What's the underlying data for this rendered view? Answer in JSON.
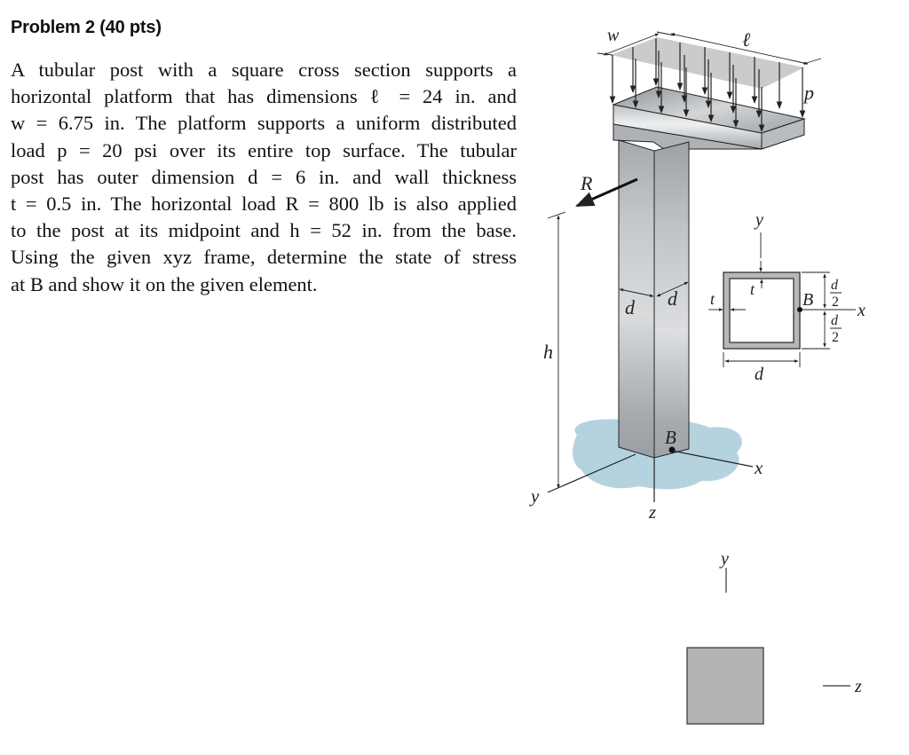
{
  "header": {
    "title": "Problem 2 (40 pts)"
  },
  "problem": {
    "lines": [
      "A tubular post with a square cross section supports a",
      "horizontal platform that has dimensions ℓ = 24 in. and",
      "w = 6.75 in. The platform supports a uniform distributed",
      "load p = 20 psi over its entire top surface. The tubular",
      "post has outer dimension d = 6 in. and wall thickness",
      "t = 0.5 in. The horizontal load R = 800 lb is also applied",
      "to the post at its midpoint and h = 52 in. from the base.",
      "Using the given xyz frame, determine the state of stress",
      "at B and show it on the given element."
    ],
    "given": {
      "l": "24 in.",
      "w": "6.75 in.",
      "p": "20 psi",
      "d": "6 in.",
      "t": "0.5 in.",
      "R": "800 lb",
      "h": "52 in."
    }
  },
  "figure": {
    "labels": {
      "w": "w",
      "l": "ℓ",
      "p": "p",
      "R": "R",
      "h": "h",
      "d_left": "d",
      "d_right": "d",
      "B_base": "B",
      "x_base": "x",
      "y_base": "y",
      "z_base": "z"
    },
    "cross_section": {
      "y": "y",
      "x": "x",
      "t_top": "t",
      "t_left": "t",
      "B": "B",
      "d_bottom": "d",
      "half_d_num_top": "d",
      "half_d_den_top": "2",
      "half_d_num_bottom": "d",
      "half_d_den_bottom": "2"
    },
    "element": {
      "y": "y",
      "z": "z"
    },
    "colors": {
      "post_light": "#d8dadc",
      "post_dark": "#9a9ea3",
      "load_plane": "#b9babb",
      "ground": "#b5d3df",
      "element_fill": "#b3b3b3"
    }
  }
}
